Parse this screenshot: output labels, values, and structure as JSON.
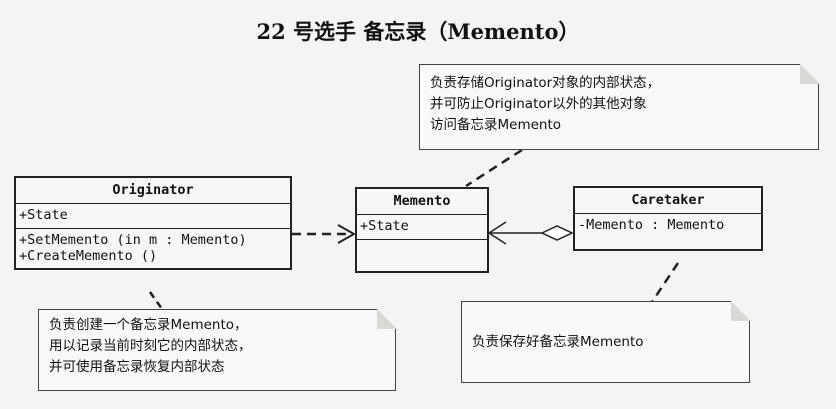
{
  "title": "22 号选手 备忘录（Memento）",
  "originator": {
    "name": "Originator",
    "attributes": [
      "+State"
    ],
    "operations": [
      "+SetMemento (in m : Memento)",
      "+CreateMemento ()"
    ]
  },
  "memento": {
    "name": "Memento",
    "attributes": [
      "+State"
    ],
    "operations": [
      ""
    ]
  },
  "caretaker": {
    "name": "Caretaker",
    "attributes": [
      "-Memento : Memento"
    ]
  },
  "notes": {
    "memento_note": [
      "负责存储Originator对象的内部状态，",
      "并可防止Originator以外的其他对象",
      "访问备忘录Memento"
    ],
    "originator_note": [
      "负责创建一个备忘录Memento，",
      "用以记录当前时刻它的内部状态，",
      "并可使用备忘录恢复内部状态"
    ],
    "caretaker_note": [
      "负责保存好备忘录Memento"
    ]
  }
}
